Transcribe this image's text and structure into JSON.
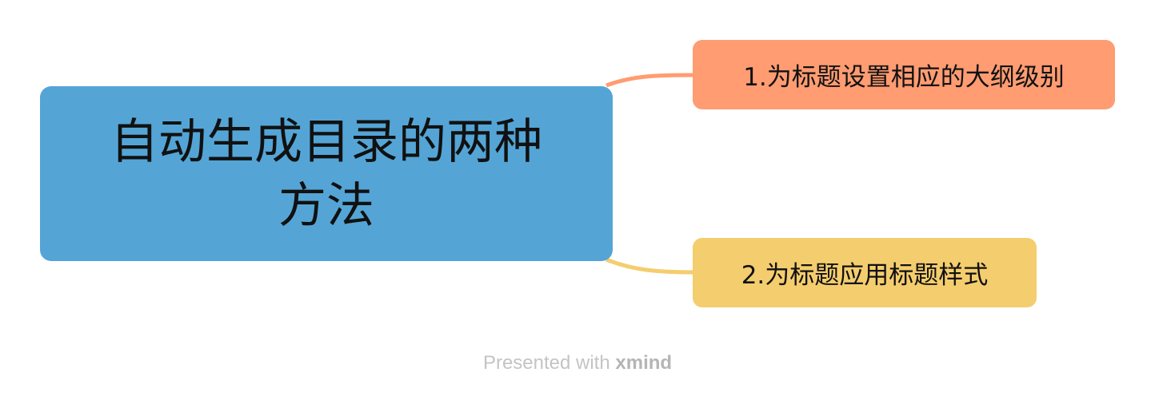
{
  "mindmap": {
    "central_topic": {
      "label": "自动生成目录的两种方法",
      "color": "#54A5D6"
    },
    "subtopics": [
      {
        "label": "1.为标题设置相应的大纲级别",
        "color": "#FF9C71",
        "connector_color": "#FF9C71"
      },
      {
        "label": "2.为标题应用标题样式",
        "color": "#F4CD6E",
        "connector_color": "#F4CD6E"
      }
    ]
  },
  "footer": {
    "prefix": "Presented with",
    "brand": "xmind"
  }
}
